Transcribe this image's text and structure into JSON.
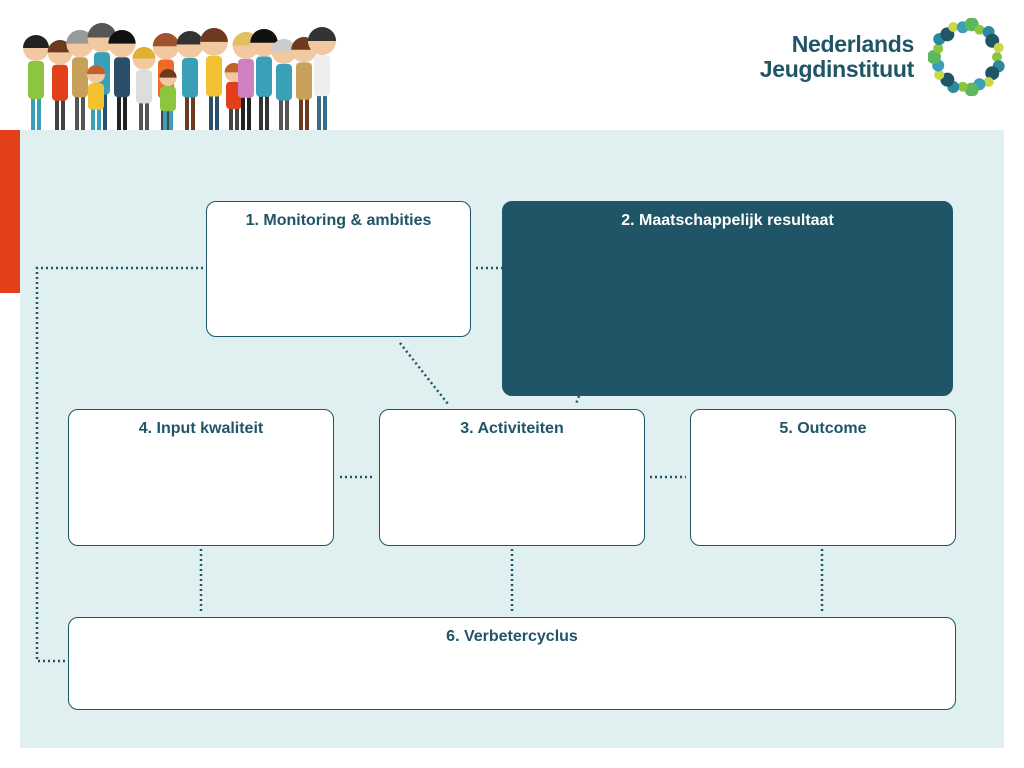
{
  "logo": {
    "line1": "Nederlands",
    "line2": "Jeugdinstituut"
  },
  "diagram": {
    "boxes": [
      {
        "id": "monitoring",
        "label": "1. Monitoring & ambities"
      },
      {
        "id": "resultaat",
        "label": "2. Maatschappelijk resultaat"
      },
      {
        "id": "activiteiten",
        "label": "3. Activiteiten"
      },
      {
        "id": "input",
        "label": "4. Input kwaliteit"
      },
      {
        "id": "outcome",
        "label": "5. Outcome"
      },
      {
        "id": "verbetercyclus",
        "label": "6. Verbetercyclus"
      }
    ]
  },
  "colors": {
    "brand_dark": "#205567",
    "accent": "#e2401b",
    "panel": "#e0f0f1"
  },
  "icons": [
    "people-group-illustration",
    "nji-logo-mark"
  ]
}
